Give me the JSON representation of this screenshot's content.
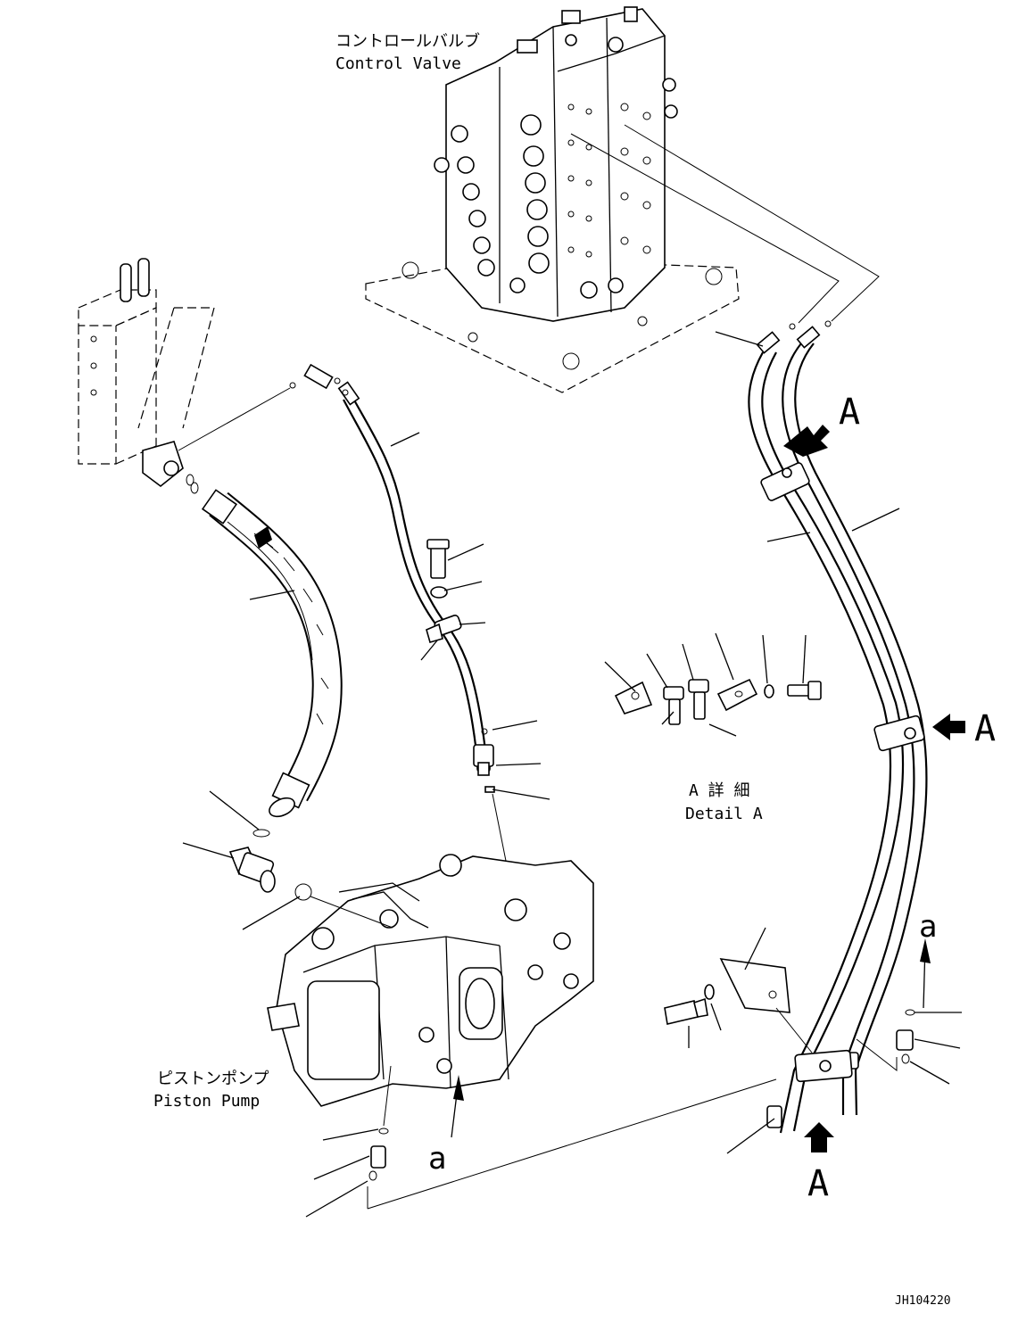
{
  "labels": {
    "control_valve_jp": "コントロールバルブ",
    "control_valve_en": "Control Valve",
    "piston_pump_jp": "ピストンポンプ",
    "piston_pump_en": "Piston Pump",
    "detail_jp": "A 詳 細",
    "detail_en": "Detail A",
    "view_letter": "A",
    "ref_letter": "a",
    "drawing_number": "JH104220"
  },
  "icons": {
    "view_arrow": "view-direction-arrow-icon"
  },
  "colors": {
    "ink": "#000000",
    "paper": "#ffffff"
  }
}
